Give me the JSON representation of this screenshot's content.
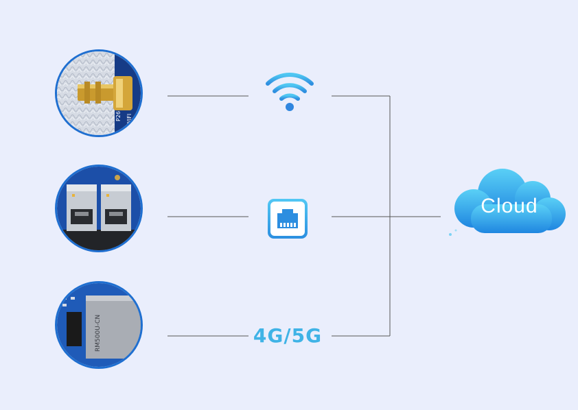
{
  "nodes": {
    "cellular_label": "4G/5G",
    "cloud_label": "Cloud"
  },
  "photos": {
    "wifi_pcb_silk_1": "P26",
    "wifi_pcb_silk_2": "WIFI",
    "module_text_1": "RM500U-CN"
  },
  "colors": {
    "background": "#eaeefc",
    "line": "#555555",
    "accent": "#3fb3e6",
    "ring": "#1f6fd0"
  },
  "icons": {
    "wifi": "wifi-icon",
    "ethernet": "ethernet-port-icon",
    "cloud": "cloud-icon"
  }
}
